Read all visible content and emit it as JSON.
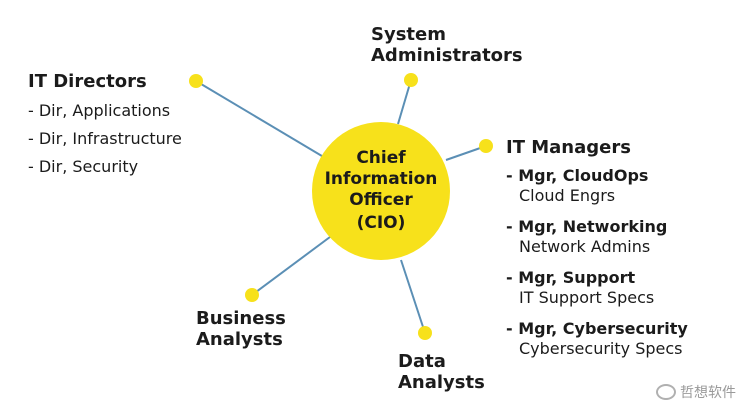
{
  "center": {
    "line1": "Chief",
    "line2": "Information",
    "line3": "Officer",
    "line4": "(CIO)"
  },
  "nodes": {
    "it_directors": {
      "title": "IT Directors",
      "items": [
        "- Dir, Applications",
        "- Dir, Infrastructure",
        "- Dir, Security"
      ]
    },
    "system_admins": {
      "line1": "System",
      "line2": "Administrators"
    },
    "it_managers": {
      "title": "IT Managers",
      "groups": [
        {
          "head": "- Mgr, CloudOps",
          "sub": "Cloud Engrs"
        },
        {
          "head": "- Mgr, Networking",
          "sub": "Network Admins"
        },
        {
          "head": "- Mgr, Support",
          "sub": "IT Support Specs"
        },
        {
          "head": "- Mgr, Cybersecurity",
          "sub": "Cybersecurity Specs"
        }
      ]
    },
    "business_analysts": {
      "line1": "Business",
      "line2": "Analysts"
    },
    "data_analysts": {
      "line1": "Data",
      "line2": "Analysts"
    }
  },
  "colors": {
    "hub": "#f7e11b",
    "dot": "#f7e11b",
    "line": "#5b8fb5",
    "text": "#1b1b1b"
  },
  "watermark": {
    "text": "哲想软件",
    "icon": "weibo-icon"
  }
}
